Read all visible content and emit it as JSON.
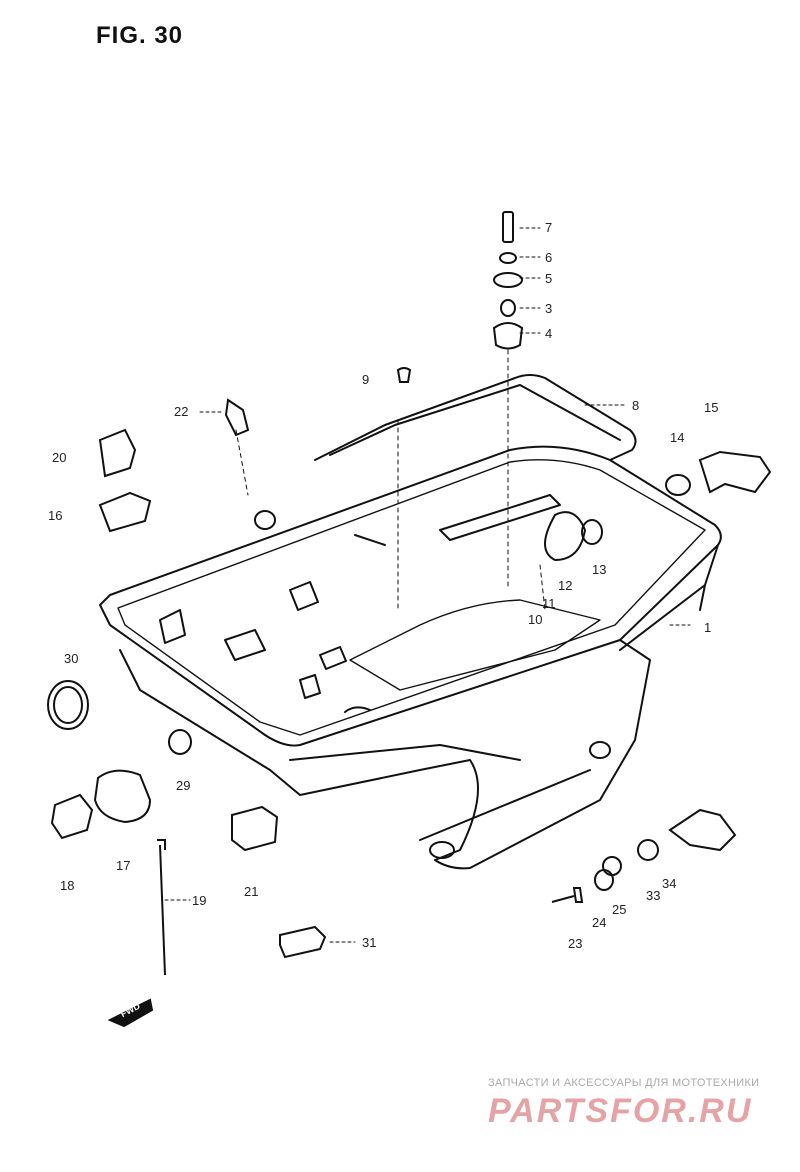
{
  "figure": {
    "title": "FIG. 30"
  },
  "callouts": {
    "c1": "1",
    "c3": "3",
    "c4": "4",
    "c5": "5",
    "c6": "6",
    "c7": "7",
    "c8": "8",
    "c9": "9",
    "c10": "10",
    "c11": "11",
    "c12": "12",
    "c13": "13",
    "c14": "14",
    "c15": "15",
    "c16": "16",
    "c17": "17",
    "c18": "18",
    "c19": "19",
    "c20": "20",
    "c21": "21",
    "c22": "22",
    "c23": "23",
    "c24": "24",
    "c25": "25",
    "c29": "29",
    "c30": "30",
    "c31": "31",
    "c33": "33",
    "c34": "34"
  },
  "fwd_label": "FWD",
  "watermark": {
    "tagline": "ЗАПЧАСТИ И АКСЕССУАРЫ ДЛЯ МОТОТЕХНИКИ",
    "logo": "PARTSFOR.RU"
  },
  "colors": {
    "ink": "#111111",
    "watermark_logo": "#e6a3a6",
    "watermark_text": "#a9a9a9"
  }
}
